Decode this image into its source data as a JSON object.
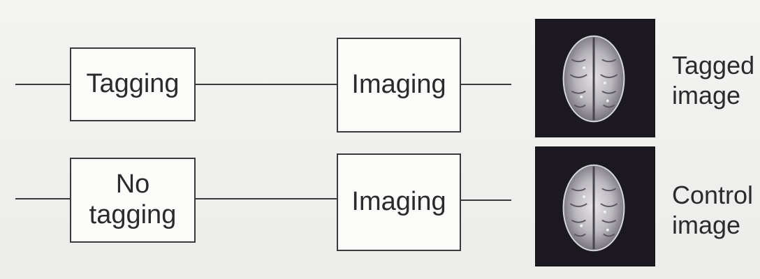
{
  "rows": [
    {
      "first_box": {
        "line1": "Tagging",
        "line2": ""
      },
      "second_box": "Imaging",
      "caption": {
        "line1": "Tagged",
        "line2": "image"
      }
    },
    {
      "first_box": {
        "line1": "No",
        "line2": "tagging"
      },
      "second_box": "Imaging",
      "caption": {
        "line1": "Control",
        "line2": "image"
      }
    }
  ]
}
